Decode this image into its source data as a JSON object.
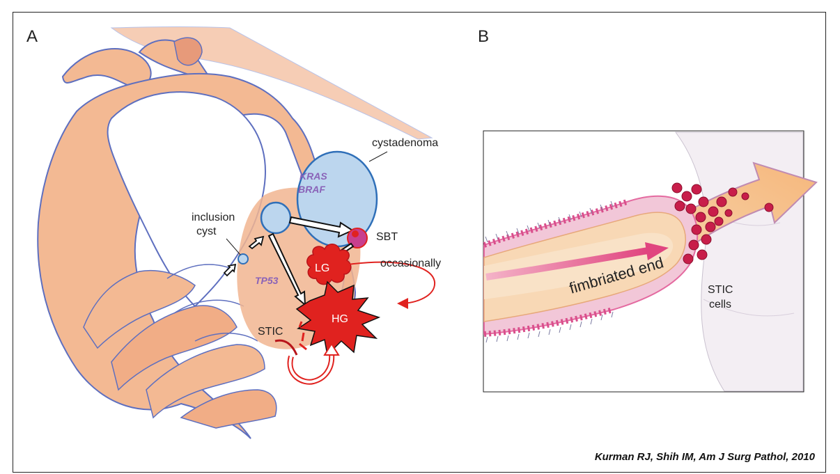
{
  "panels": {
    "a": {
      "letter": "A",
      "labels": {
        "cystadenoma": "cystadenoma",
        "kras": "KRAS",
        "braf": "BRAF",
        "inclusion_line1": "inclusion",
        "inclusion_line2": "cyst",
        "sbt": "SBT",
        "lg": "LG",
        "occasionally": "occasionally",
        "tp53": "TP53",
        "hg": "HG",
        "stic": "STIC"
      }
    },
    "b": {
      "letter": "B",
      "labels": {
        "fimbriated_end": "fimbriated end",
        "stic_line1": "STIC",
        "stic_line2": "cells"
      }
    }
  },
  "citation": "Kurman RJ, Shih IM, Am J Surg Pathol, 2010",
  "colors": {
    "tissue": "#f3b993",
    "tissue_edge": "#5e6fbf",
    "cyst_fill": "#bcd6ee",
    "cyst_edge": "#2f6fb8",
    "tumor_red": "#e0221f",
    "gene_purple": "#8a63b8",
    "tube_pink": "#e46aa0",
    "tube_cream": "#f8d8b5",
    "arrow_orange": "#f7c493"
  }
}
